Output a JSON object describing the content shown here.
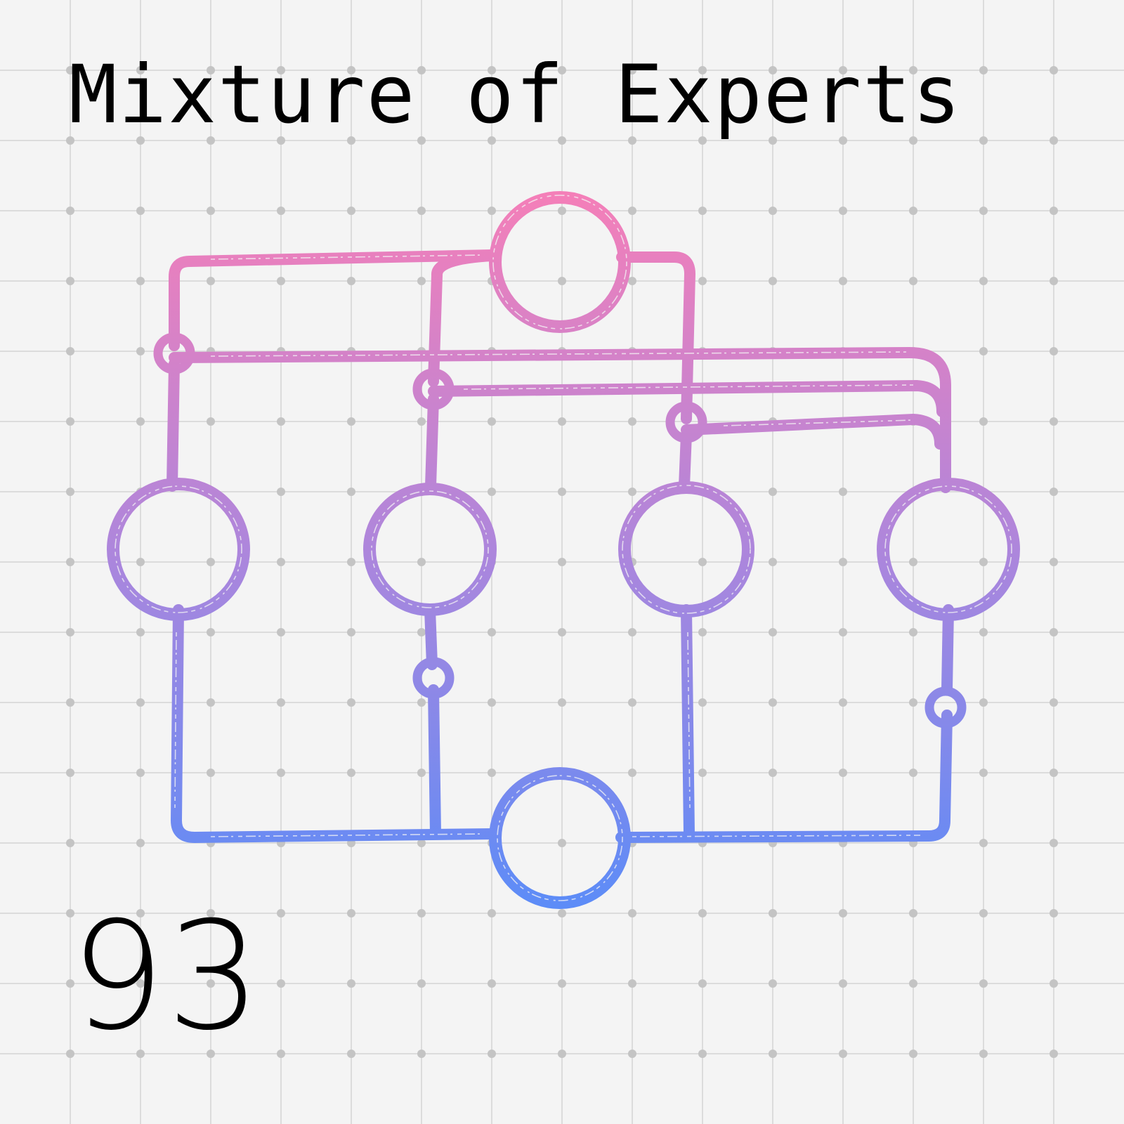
{
  "title": "Mixture of Experts",
  "number": "93",
  "colors": {
    "background": "#f4f4f4",
    "grid_line": "#dcdcdc",
    "grid_dot": "#c4c4c4",
    "gradient_top": "#f57fb8",
    "gradient_mid": "#ad86dc",
    "gradient_bottom": "#5b8cf8",
    "text": "#000000"
  },
  "diagram": {
    "style": "hand-drawn brush strokes",
    "nodes": [
      "input",
      "gate-1",
      "gate-2",
      "gate-3",
      "expert-1",
      "expert-2",
      "expert-3",
      "expert-4",
      "junction-2",
      "junction-4",
      "output"
    ]
  }
}
